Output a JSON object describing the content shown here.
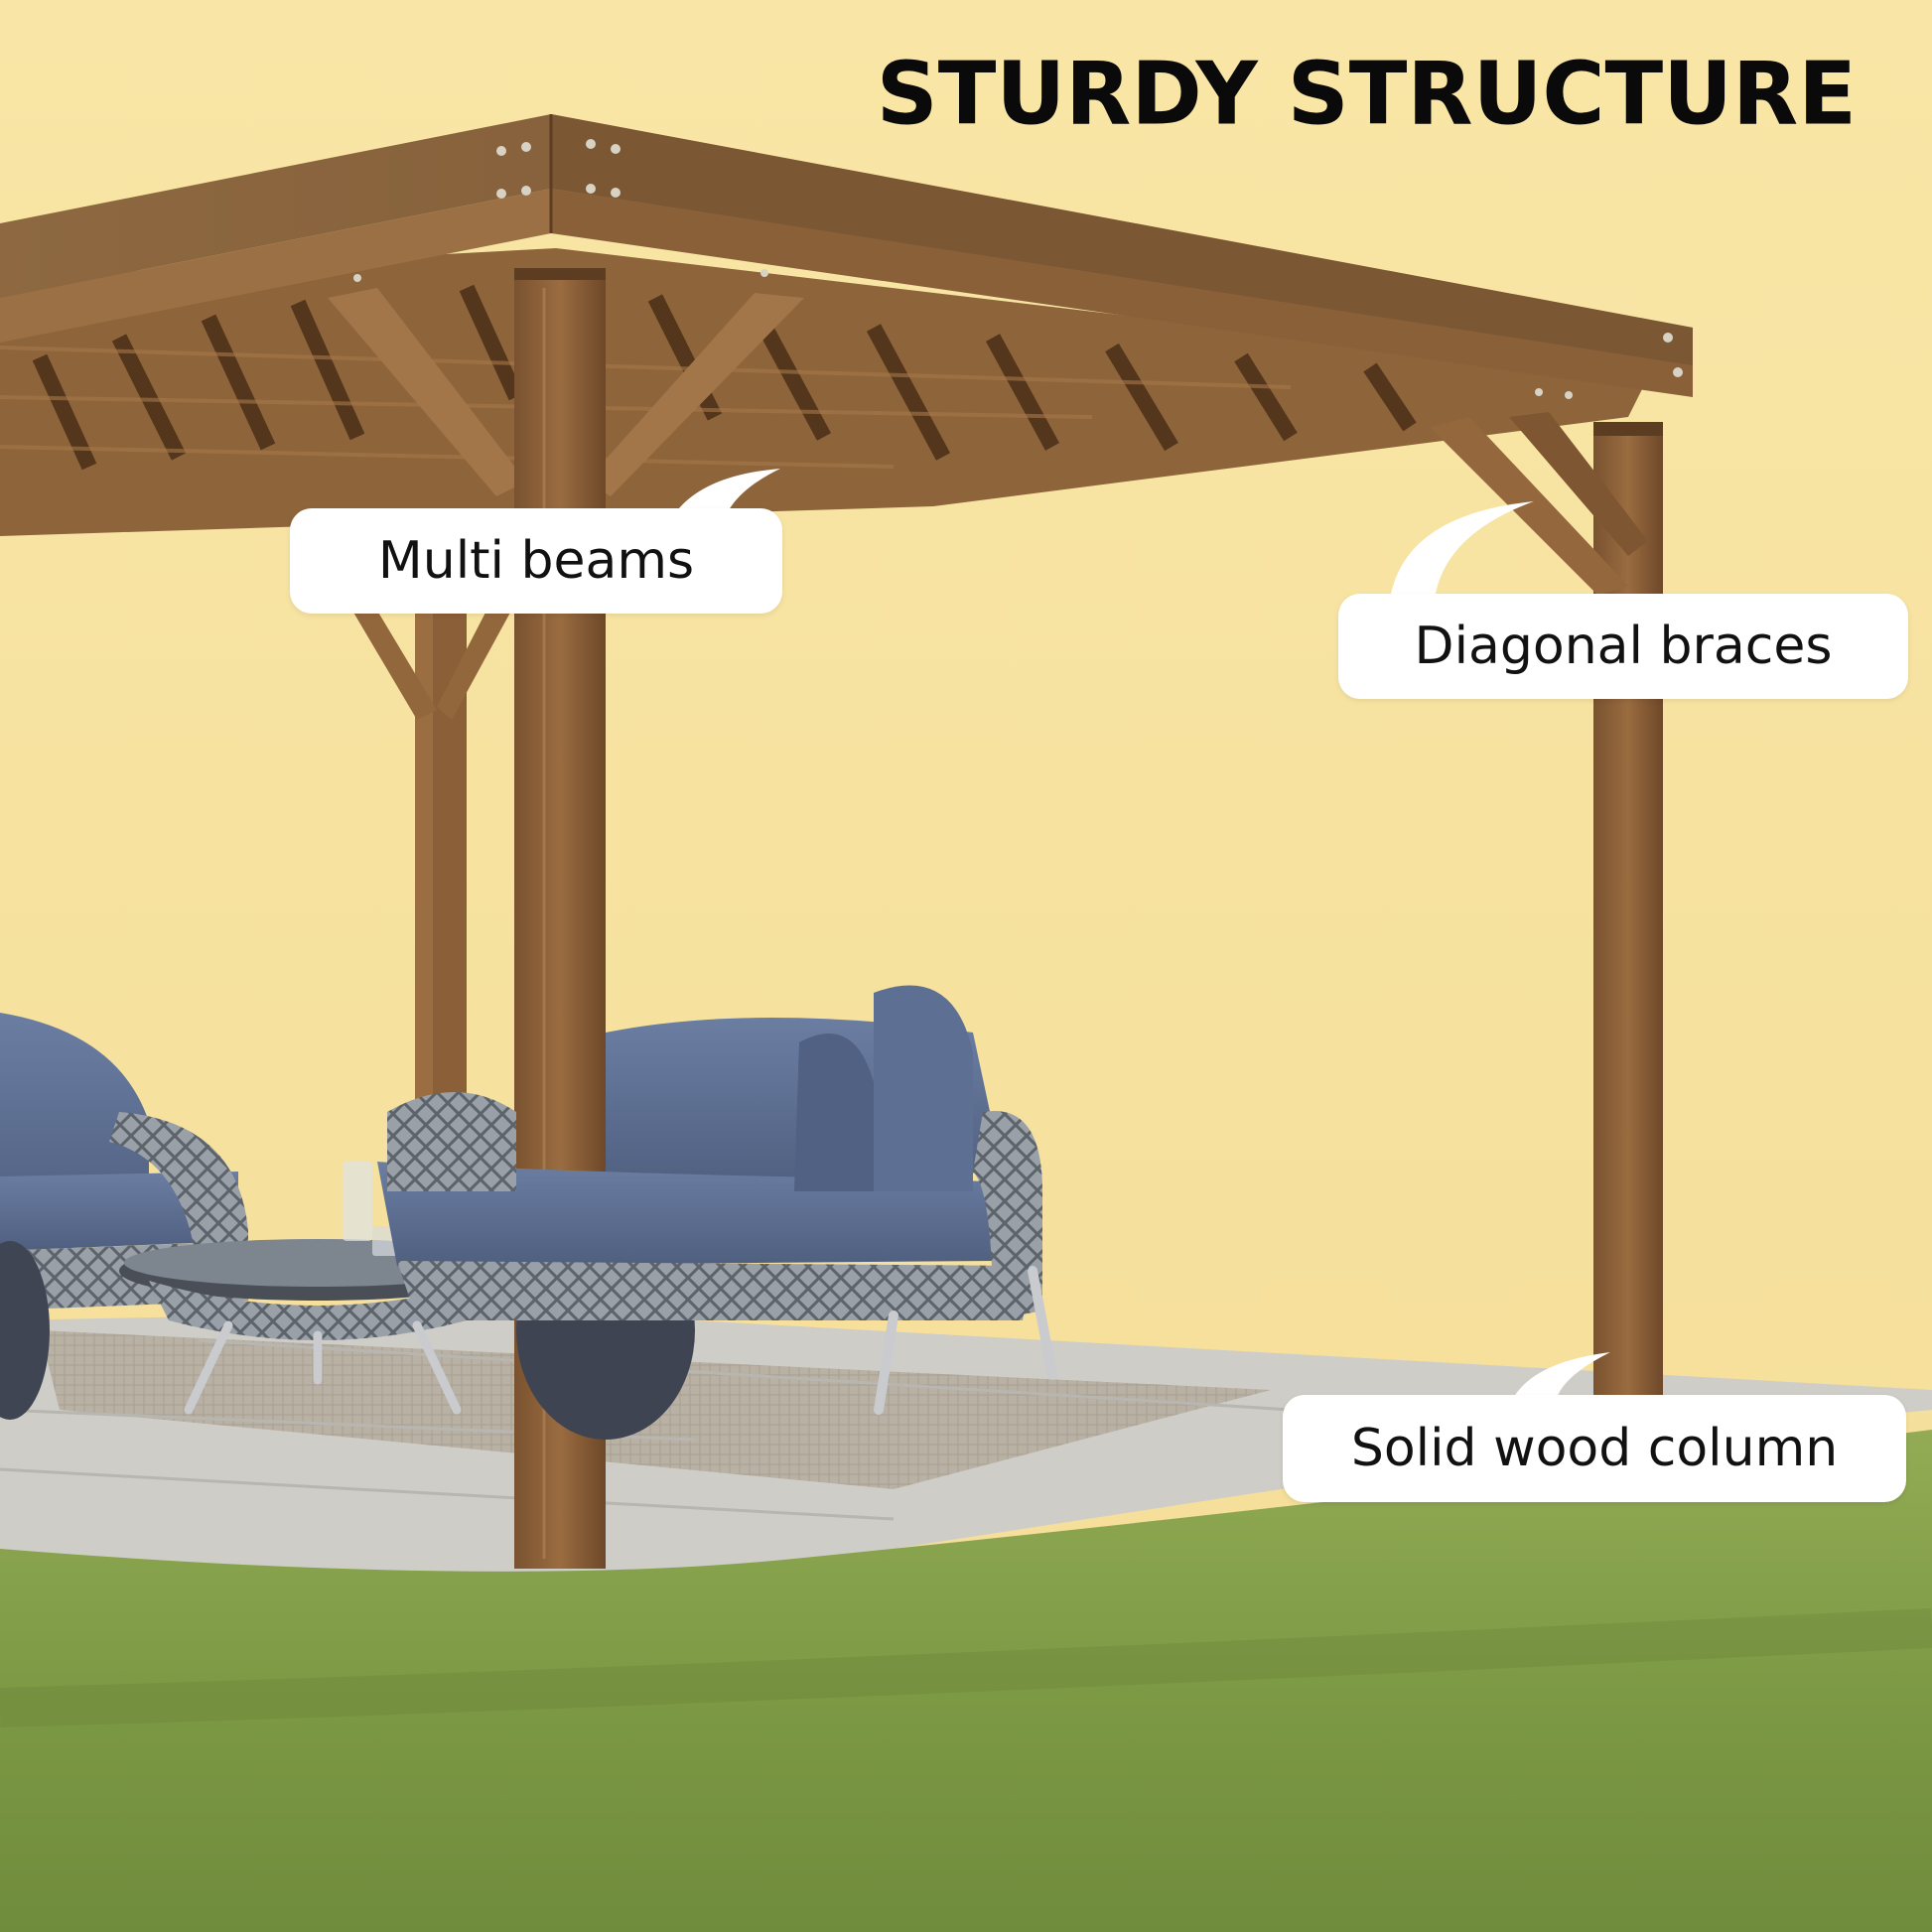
{
  "headline": "STURDY STRUCTURE",
  "callouts": {
    "multi_beams": "Multi beams",
    "diagonal_braces": "Diagonal braces",
    "solid_wood_column": "Solid wood column"
  },
  "colors": {
    "background": "#f7e3a3",
    "wood": "#8a5f36",
    "cushion": "#5d6f92",
    "grass": "#8aa24e",
    "paving": "#c9c7c1",
    "callout_bg": "#ffffff",
    "headline_text": "#0a0a0a"
  }
}
